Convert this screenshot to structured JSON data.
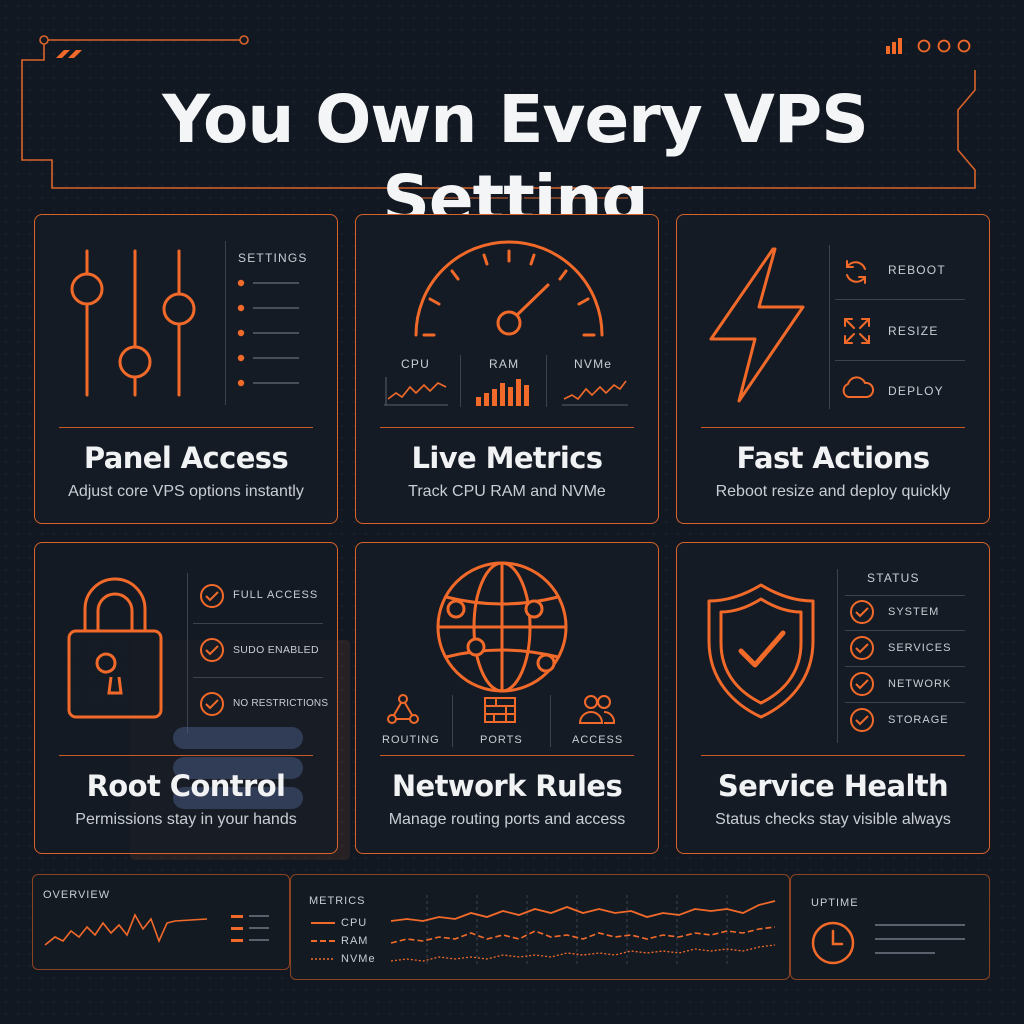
{
  "title": "You Own Every VPS Setting",
  "colors": {
    "accent": "#f26a2a",
    "background": "#121821",
    "panel": "#151b24",
    "text": "#f1f2f3",
    "muted": "#c9ced4"
  },
  "cards": {
    "panel": {
      "title": "Panel Access",
      "subtitle": "Adjust core VPS options instantly",
      "side_label": "SETTINGS",
      "icon": "sliders-icon"
    },
    "metrics": {
      "title": "Live Metrics",
      "subtitle": "Track CPU RAM and NVMe",
      "labels": [
        "CPU",
        "RAM",
        "NVMe"
      ],
      "icon": "gauge-icon"
    },
    "actions": {
      "title": "Fast Actions",
      "subtitle": "Reboot resize and deploy quickly",
      "items": [
        "REBOOT",
        "RESIZE",
        "DEPLOY"
      ],
      "icon": "lightning-icon"
    },
    "root": {
      "title": "Root Control",
      "subtitle": "Permissions stay in your hands",
      "items": [
        "FULL ACCESS",
        "SUDO ENABLED",
        "NO RESTRICTIONS"
      ],
      "icon": "padlock-icon"
    },
    "network": {
      "title": "Network Rules",
      "subtitle": "Manage routing ports and access",
      "items": [
        "ROUTING",
        "PORTS",
        "ACCESS"
      ],
      "icon": "globe-icon"
    },
    "health": {
      "title": "Service Health",
      "subtitle": "Status checks stay visible always",
      "heading": "STATUS",
      "items": [
        "SYSTEM",
        "SERVICES",
        "NETWORK",
        "STORAGE"
      ],
      "icon": "shield-check-icon"
    }
  },
  "footer": {
    "overview": "OVERVIEW",
    "metrics": "METRICS",
    "legend": [
      "CPU",
      "RAM",
      "NVMe"
    ],
    "uptime": "UPTIME"
  }
}
